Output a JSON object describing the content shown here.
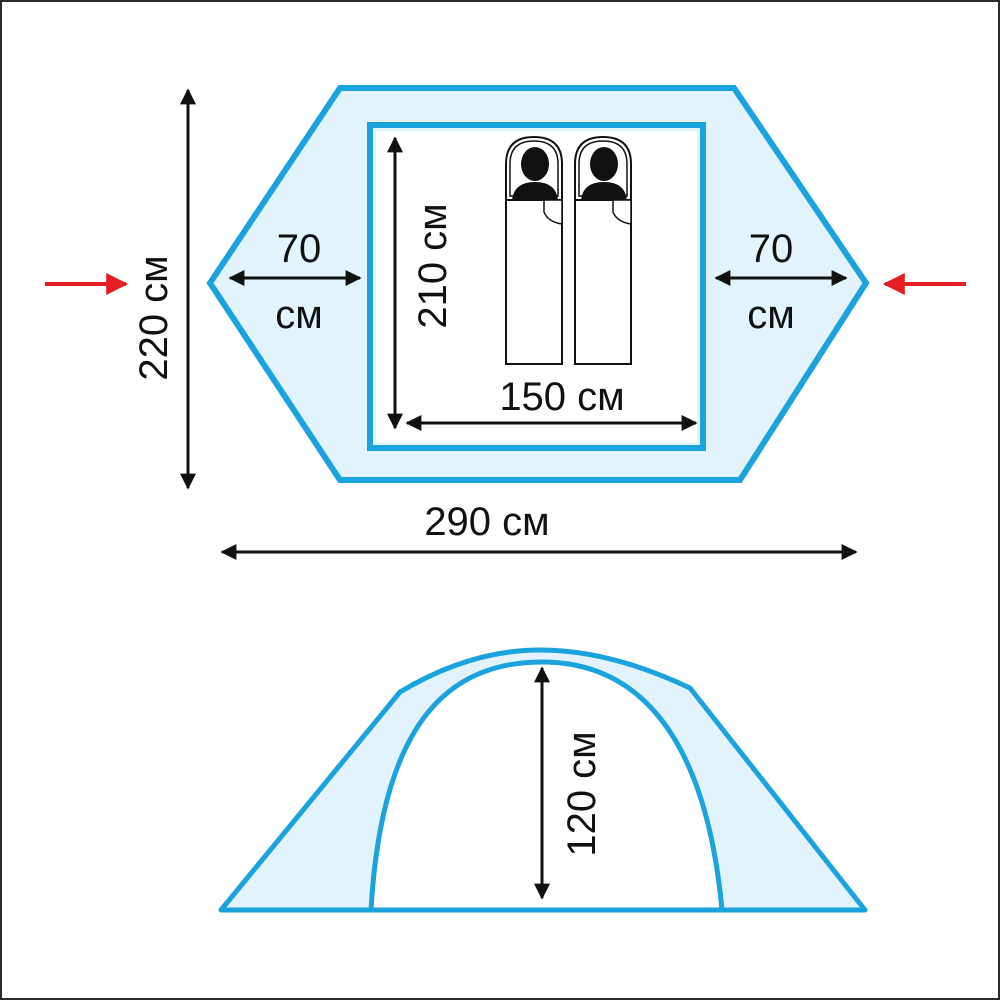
{
  "colors": {
    "outline": "#1aa3dc",
    "fill": "#e3f3fb",
    "interior": "#ffffff",
    "ink": "#111111",
    "arrow_red": "#e31e24",
    "frame": "#2b2b2b"
  },
  "top_view": {
    "height_label": "220 см",
    "width_label": "290 см",
    "inner_height_label": "210 см",
    "inner_width_label": "150 см",
    "vestibule_left": {
      "number": "70",
      "unit": "см"
    },
    "vestibule_right": {
      "number": "70",
      "unit": "см"
    },
    "entrance_markers": [
      "entrance-left",
      "entrance-right"
    ],
    "sleeping_places": 2
  },
  "side_view": {
    "height_label": "120 см"
  }
}
